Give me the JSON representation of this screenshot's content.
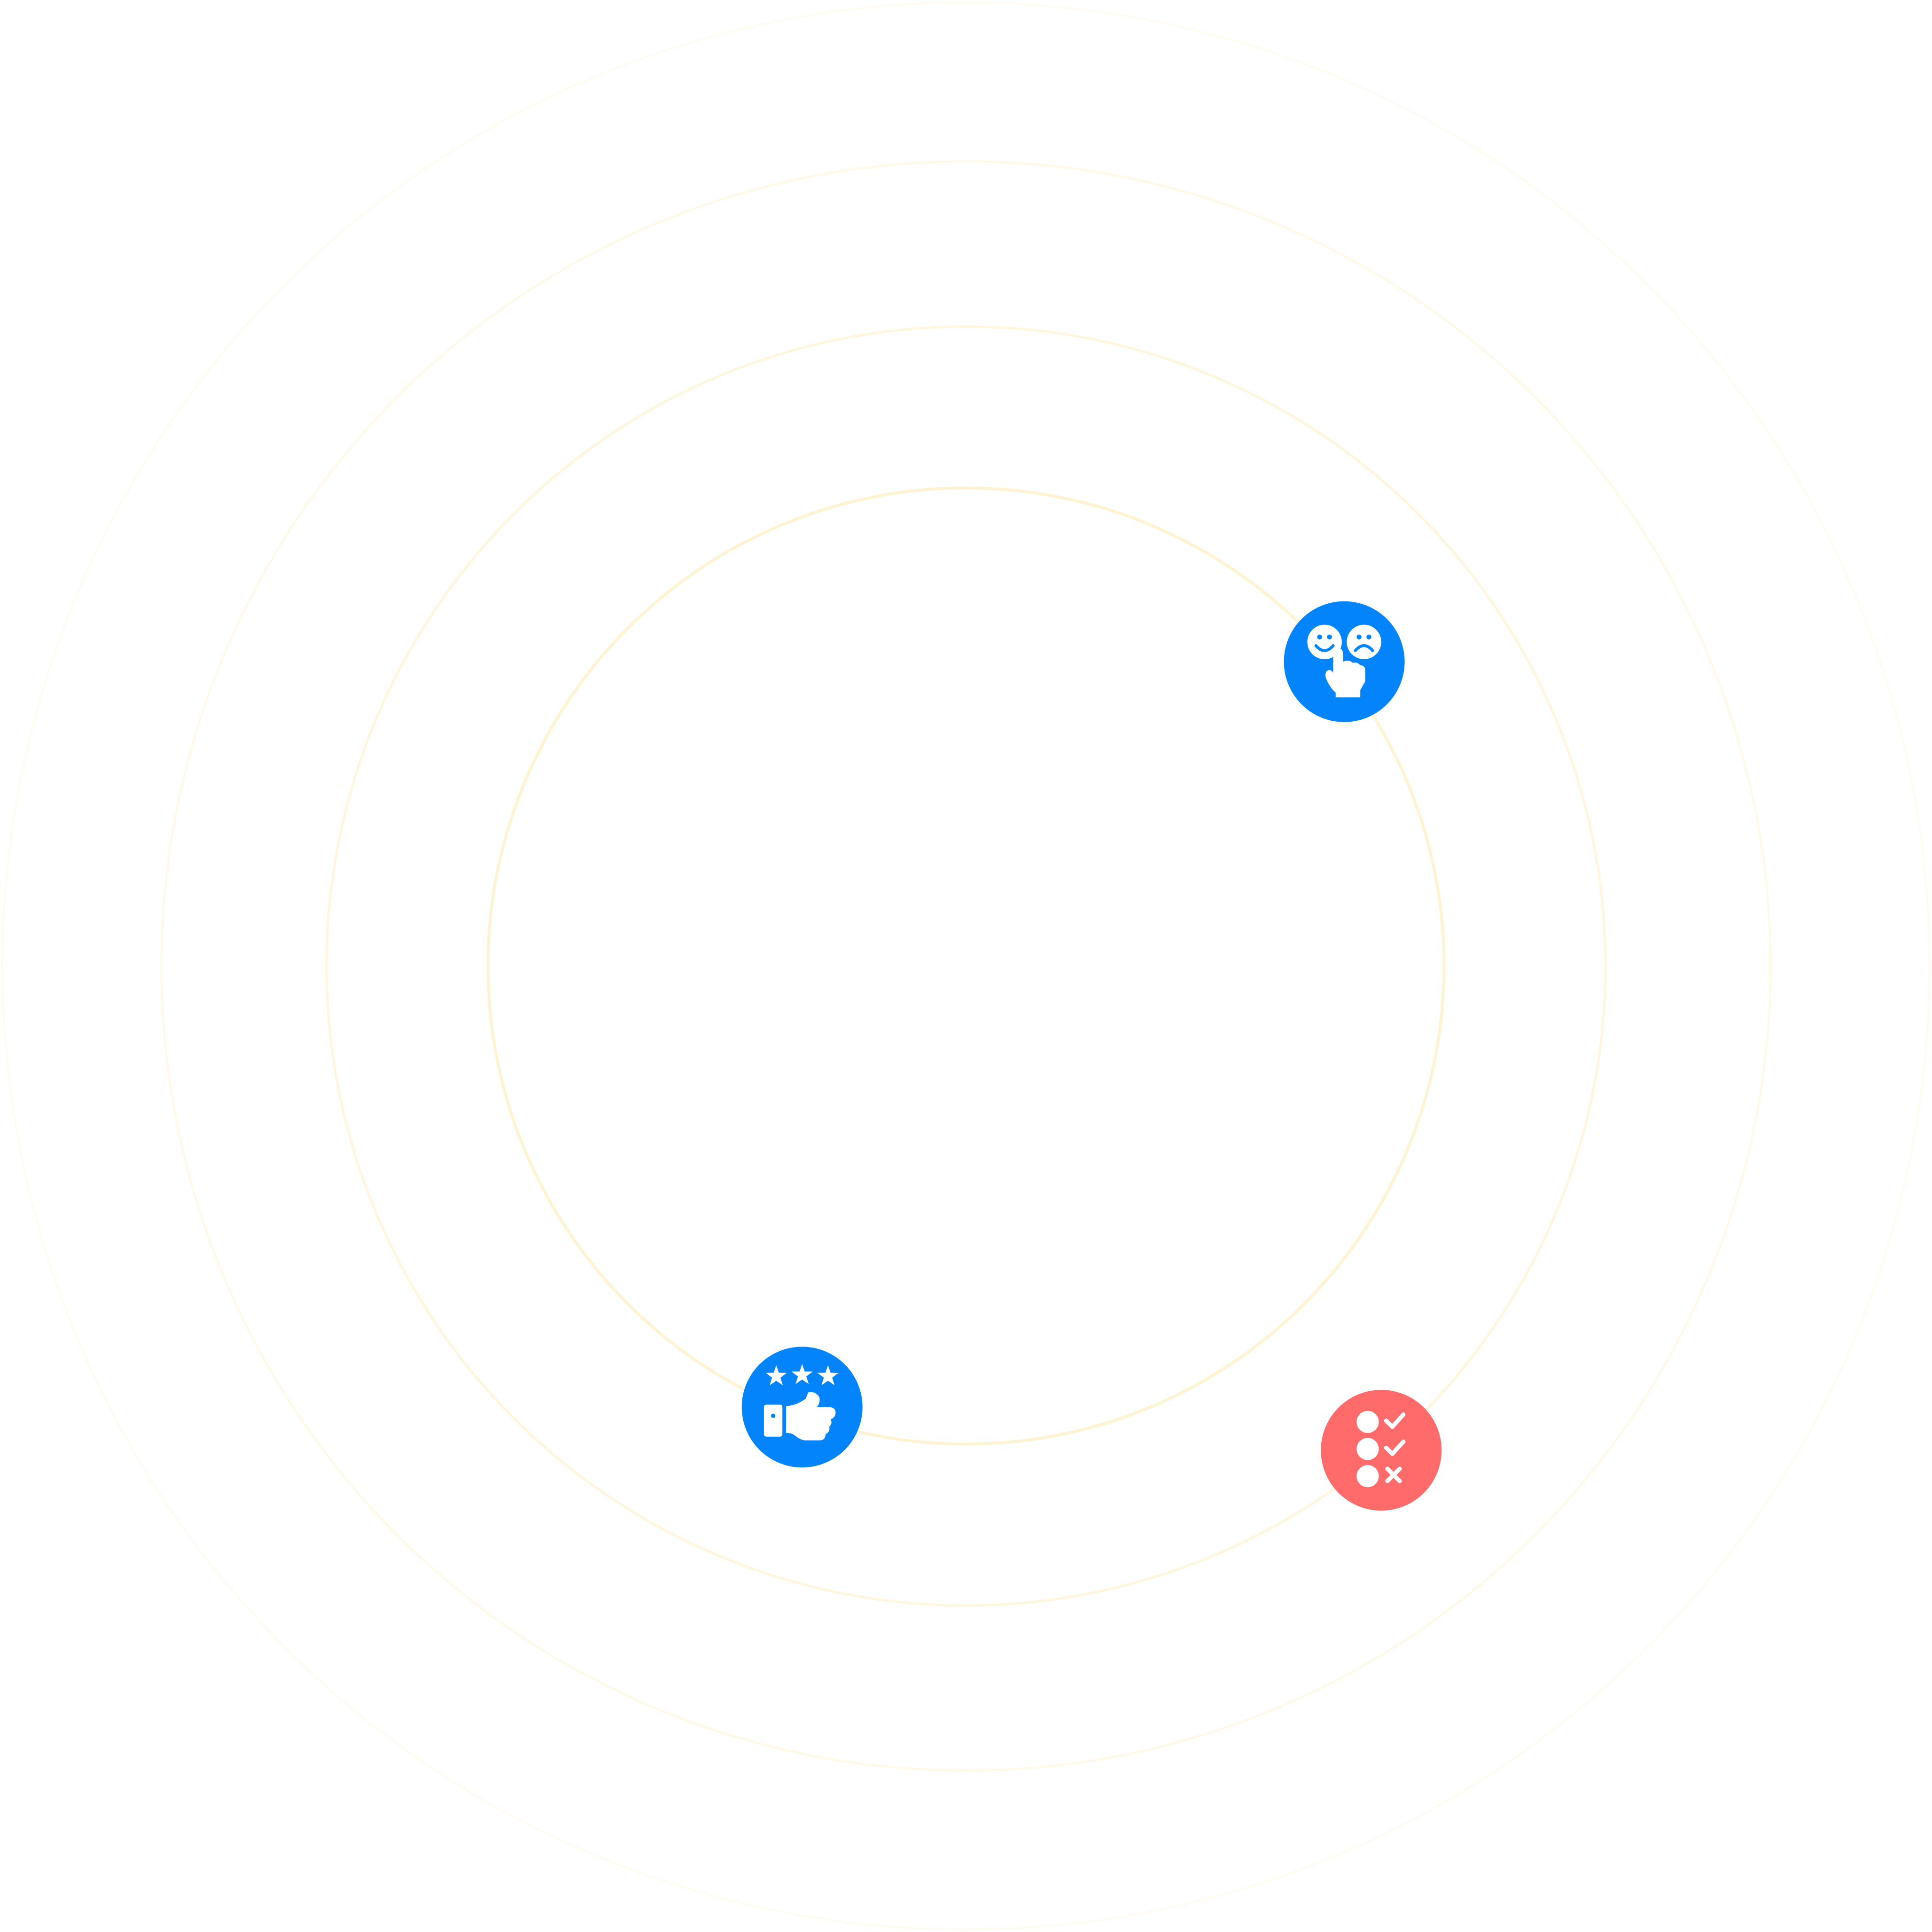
{
  "colors": {
    "background": "#FFFFFF",
    "ring_stroke": "#FFEFC2",
    "primary_badge": "#0384FA",
    "accent_badge": "#FF6B6B",
    "icon_fill": "#FFFFFF"
  },
  "badges": [
    {
      "name": "emoji-feedback-badge",
      "icon": "emoji-feedback-hand-icon",
      "color": "#0384FA"
    },
    {
      "name": "star-rating-thumbs-up-badge",
      "icon": "star-rating-thumbs-up-icon",
      "color": "#0384FA"
    },
    {
      "name": "checklist-badge",
      "icon": "checklist-icon",
      "color": "#FF6B6B"
    }
  ]
}
